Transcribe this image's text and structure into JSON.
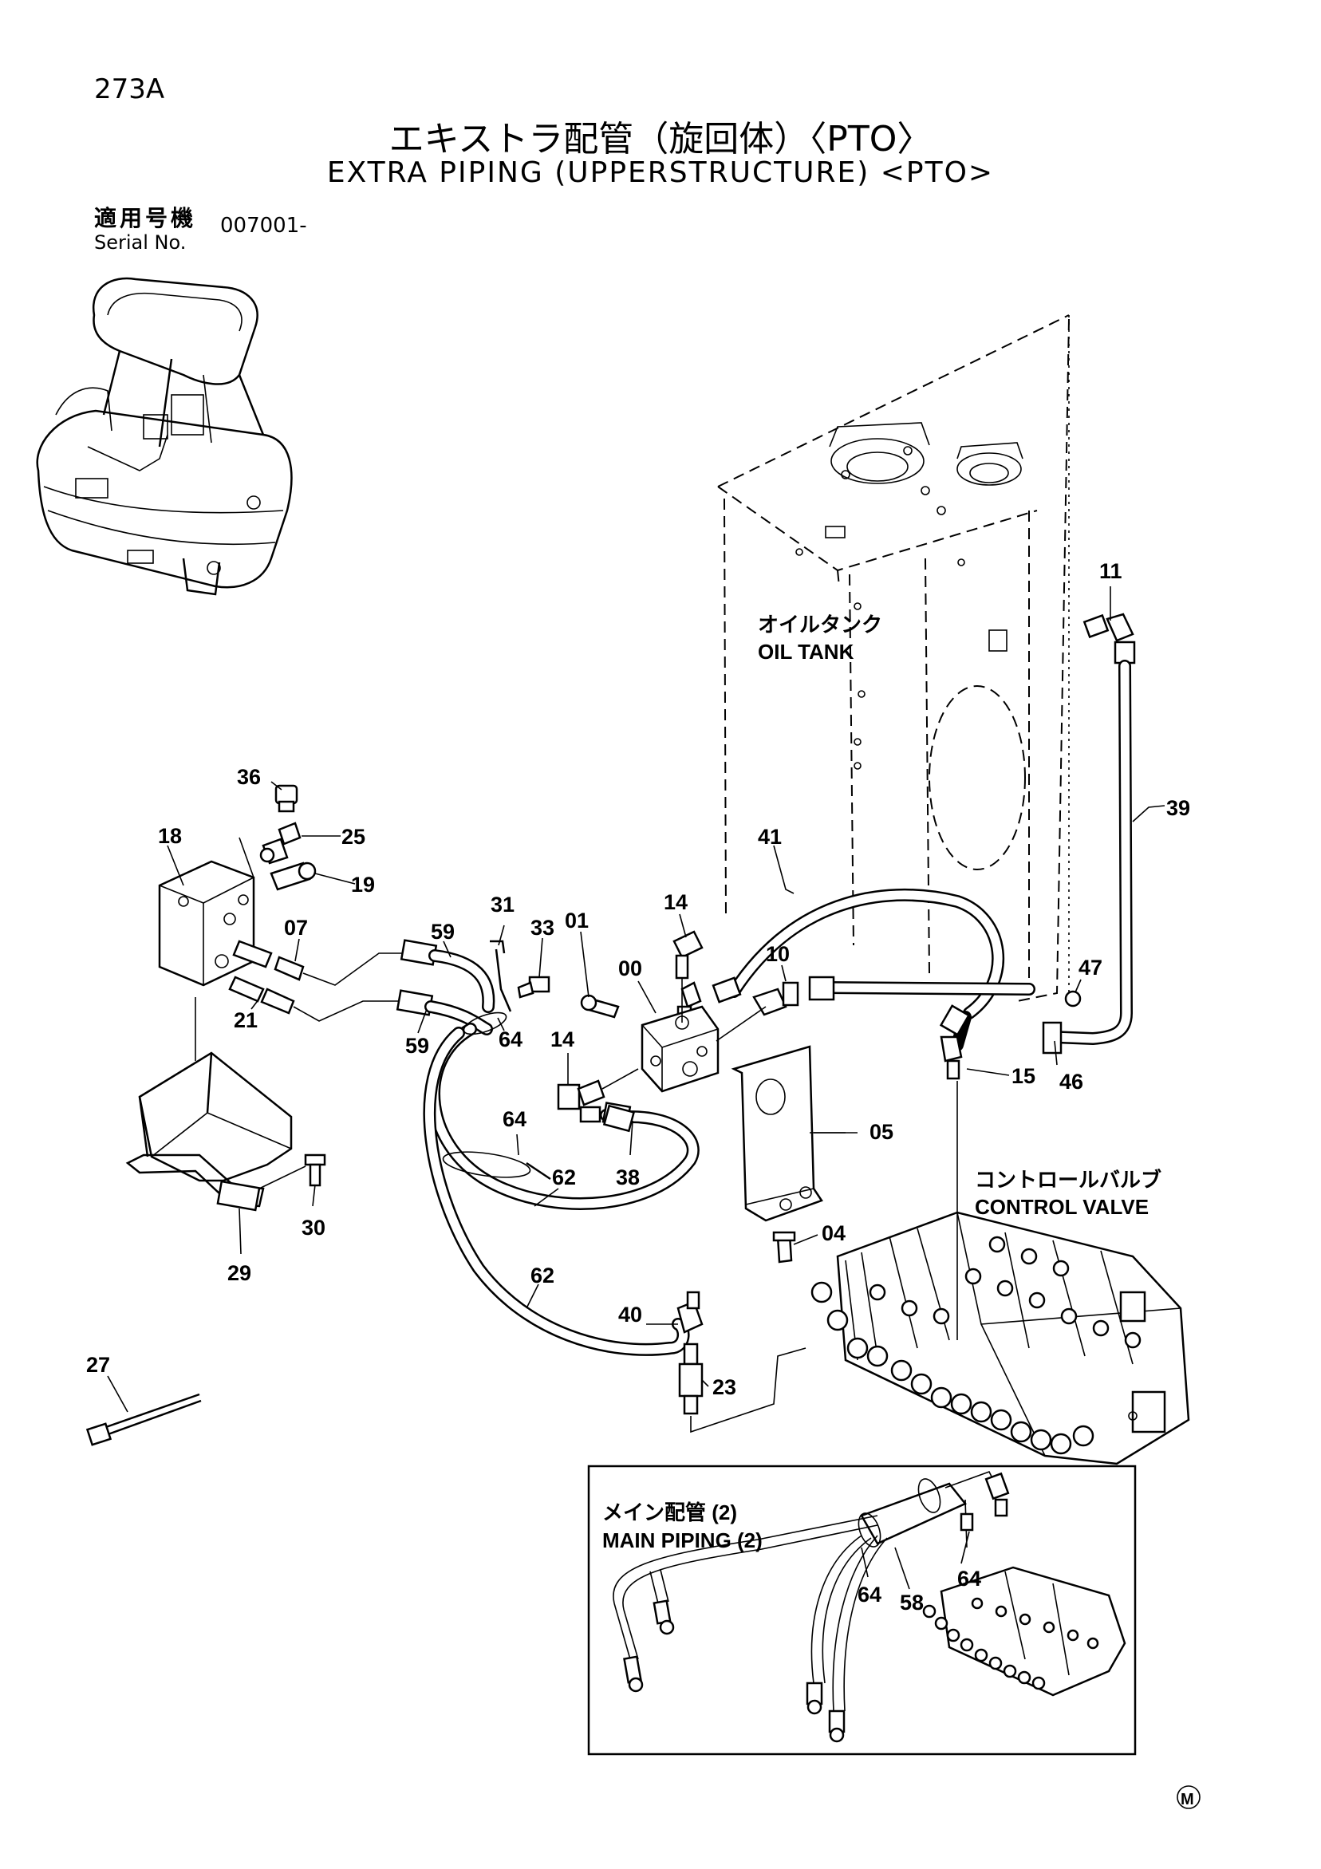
{
  "header": {
    "page_number": "273A",
    "title_jp": "エキストラ配管（旋回体）〈PTO〉",
    "title_en": "EXTRA PIPING (UPPERSTRUCTURE) <PTO>",
    "serial_label_jp": "適用号機",
    "serial_label_en": "Serial No.",
    "serial_number": "007001-"
  },
  "labels": {
    "oil_tank_jp": "オイルタンク",
    "oil_tank_en": "OIL TANK",
    "control_valve_jp": "コントロールバルブ",
    "control_valve_en": "CONTROL VALVE",
    "main_piping_jp": "メイン配管 (2)",
    "main_piping_en": "MAIN PIPING (2)"
  },
  "parts": [
    {
      "id": "p11",
      "no": "11"
    },
    {
      "id": "p39",
      "no": "39"
    },
    {
      "id": "p36",
      "no": "36"
    },
    {
      "id": "p18",
      "no": "18"
    },
    {
      "id": "p25",
      "no": "25"
    },
    {
      "id": "p19",
      "no": "19"
    },
    {
      "id": "p41",
      "no": "41"
    },
    {
      "id": "p07",
      "no": "07"
    },
    {
      "id": "p31",
      "no": "31"
    },
    {
      "id": "p33",
      "no": "33"
    },
    {
      "id": "p01",
      "no": "01"
    },
    {
      "id": "p14a",
      "no": "14"
    },
    {
      "id": "p59a",
      "no": "59"
    },
    {
      "id": "p00",
      "no": "00"
    },
    {
      "id": "p10",
      "no": "10"
    },
    {
      "id": "p47",
      "no": "47"
    },
    {
      "id": "p21",
      "no": "21"
    },
    {
      "id": "p64a",
      "no": "64"
    },
    {
      "id": "p59b",
      "no": "59"
    },
    {
      "id": "p14b",
      "no": "14"
    },
    {
      "id": "p15",
      "no": "15"
    },
    {
      "id": "p46",
      "no": "46"
    },
    {
      "id": "p64b",
      "no": "64"
    },
    {
      "id": "p05",
      "no": "05"
    },
    {
      "id": "p62a",
      "no": "62"
    },
    {
      "id": "p38",
      "no": "38"
    },
    {
      "id": "p30",
      "no": "30"
    },
    {
      "id": "p04",
      "no": "04"
    },
    {
      "id": "p29",
      "no": "29"
    },
    {
      "id": "p62b",
      "no": "62"
    },
    {
      "id": "p40",
      "no": "40"
    },
    {
      "id": "p27",
      "no": "27"
    },
    {
      "id": "p23",
      "no": "23"
    },
    {
      "id": "p64c",
      "no": "64"
    },
    {
      "id": "p58",
      "no": "58"
    },
    {
      "id": "p64d",
      "no": "64"
    }
  ],
  "footer": {
    "mark": "M"
  }
}
